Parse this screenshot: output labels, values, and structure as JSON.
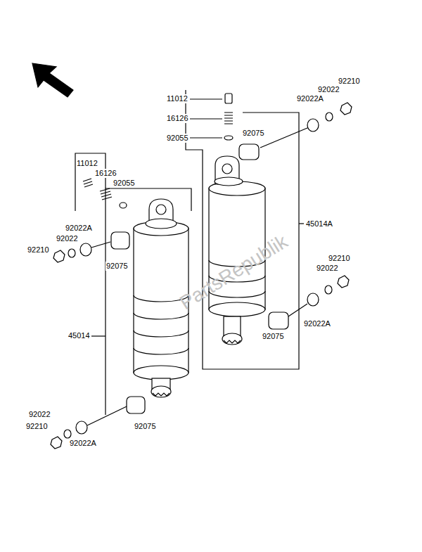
{
  "diagram": {
    "labels": [
      "92210",
      "92022",
      "92022A",
      "11012",
      "16126",
      "92055",
      "92075",
      "45014A",
      "92210",
      "92022",
      "92075",
      "92022A",
      "11012",
      "16126",
      "92055",
      "92022A",
      "92022",
      "92210",
      "92075",
      "45014",
      "92022",
      "92210",
      "92075",
      "92022A",
      "PartsRepublik"
    ]
  }
}
